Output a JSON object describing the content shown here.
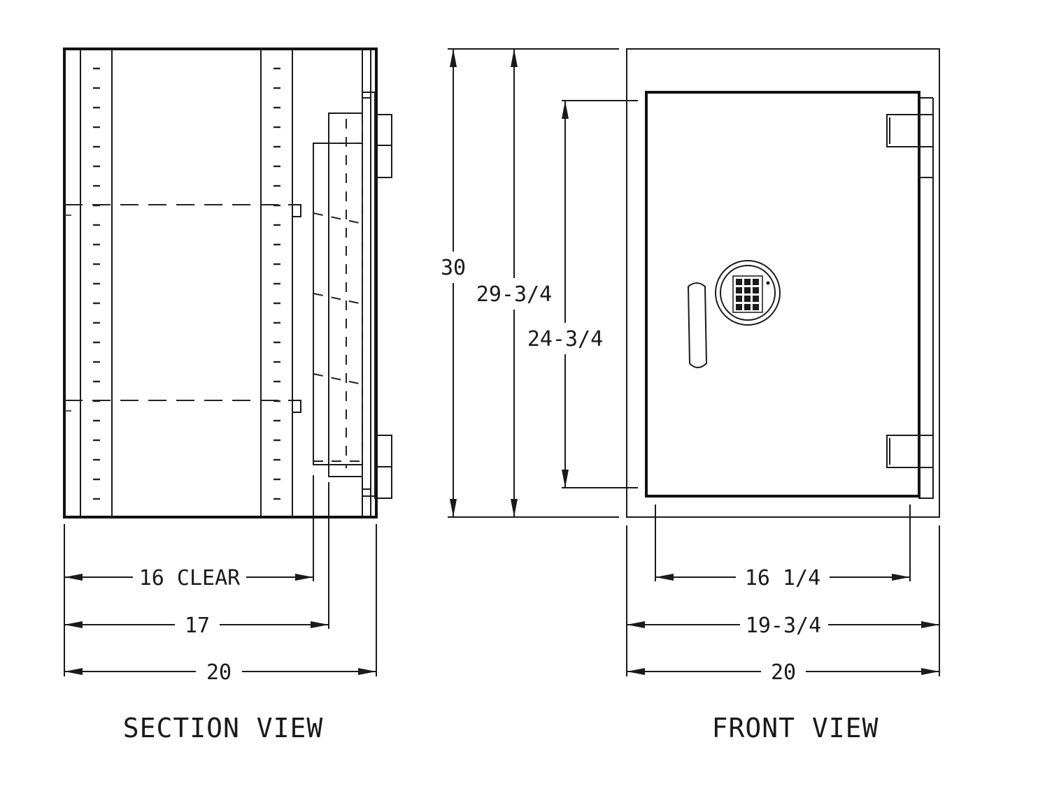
{
  "section_view": {
    "title": "SECTION VIEW",
    "dim_clear": "16 CLEAR",
    "dim_depth_inner": "17",
    "dim_depth_outer": "20"
  },
  "front_view": {
    "title": "FRONT VIEW",
    "dim_height_outer": "30",
    "dim_height_inner": "29-3/4",
    "dim_door_height": "24-3/4",
    "dim_door_width": "16 1/4",
    "dim_inner_width": "19-3/4",
    "dim_outer_width": "20"
  },
  "colors": {
    "line": "#1a1a1a",
    "background": "#ffffff"
  }
}
